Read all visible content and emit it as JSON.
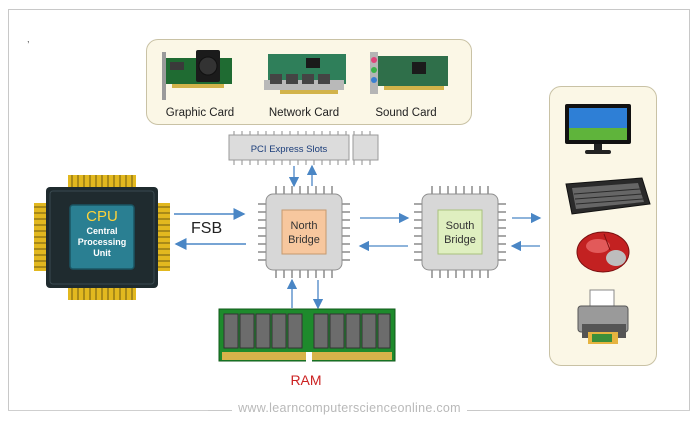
{
  "expansion_cards": [
    {
      "label": "Graphic Card"
    },
    {
      "label": "Network  Card"
    },
    {
      "label": "Sound  Card"
    }
  ],
  "pci_slot": {
    "label": "PCI Express Slots"
  },
  "cpu": {
    "title": "CPU",
    "subtitle": "Central\nProcessing\nUnit"
  },
  "fsb": {
    "label": "FSB"
  },
  "north_bridge": {
    "label": "North\nBridge"
  },
  "south_bridge": {
    "label": "South\nBridge"
  },
  "ram": {
    "label": "RAM"
  },
  "peripherals": [
    {
      "icon": "monitor-icon"
    },
    {
      "icon": "keyboard-icon"
    },
    {
      "icon": "mouse-icon"
    },
    {
      "icon": "printer-icon"
    }
  ],
  "footer": {
    "text": "www.learncomputerscienceonline.com"
  },
  "colors": {
    "cpu_core": "#2a7f92",
    "cpu_package": "#1f2b2f",
    "gold_pins": "#e2b81f",
    "north_bridge_core": "#f7c79e",
    "south_bridge_core": "#dfefc0",
    "chip_body": "#d7d7d7",
    "arrow": "#4a86c5",
    "ram_pcb": "#1e8a2c",
    "ram_label": "#cc2222",
    "panel_fill": "#fbf7e6"
  }
}
